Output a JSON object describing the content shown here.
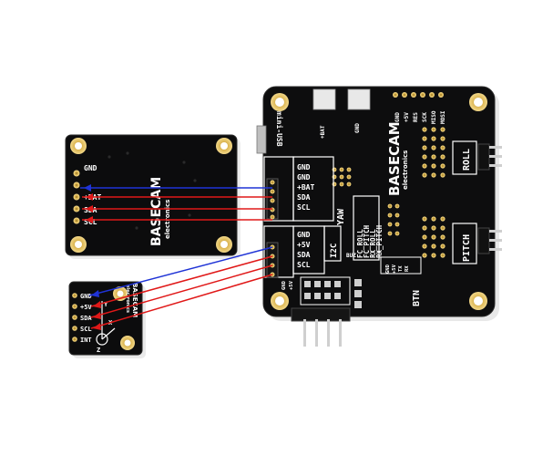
{
  "main_board": {
    "brand": "BASECAM",
    "brand_sub": "electronics",
    "usb_label": "mini-USB",
    "bat_plus": "+BAT",
    "gnd_top": "GND",
    "top_header_labels": [
      "GND",
      "+5V",
      "RES",
      "SCK",
      "MISO",
      "MOSI"
    ],
    "roll": "ROLL",
    "pitch": "PITCH",
    "yaw": "YAW",
    "i2c": "I2C",
    "btn": "BTN",
    "buz": "BUZ",
    "gnd_small": "GND",
    "plus5v_small": "+5V",
    "conn1_labels": [
      "GND",
      "GND",
      "+BAT",
      "SDA",
      "SCL"
    ],
    "conn2_labels": [
      "GND",
      "+5V",
      "SDA",
      "SCL"
    ],
    "fc_labels": [
      "FC_ROLL",
      "FC_PITCH",
      "RX_ROLL",
      "RX_PITCH"
    ],
    "uart_labels": [
      "GND",
      "+5V",
      "TX",
      "RX"
    ]
  },
  "sensor_a": {
    "brand": "BASECAM",
    "brand_sub": "electronics",
    "pins": [
      "GND",
      "+BAT",
      "SDA",
      "SCL"
    ]
  },
  "sensor_b": {
    "brand": "BASECAM",
    "brand_sub": "electronics",
    "pins": [
      "GND",
      "+5V",
      "SDA",
      "SCL",
      "INT"
    ],
    "axis_x": "X",
    "axis_y": "Y",
    "axis_z": "Z"
  },
  "colors": {
    "pcb": "#0c0c0d",
    "gold": "#d8b04a",
    "silkscreen": "#ffffff",
    "wire_gnd": "#1f33d6",
    "wire_signal": "#e01818"
  }
}
